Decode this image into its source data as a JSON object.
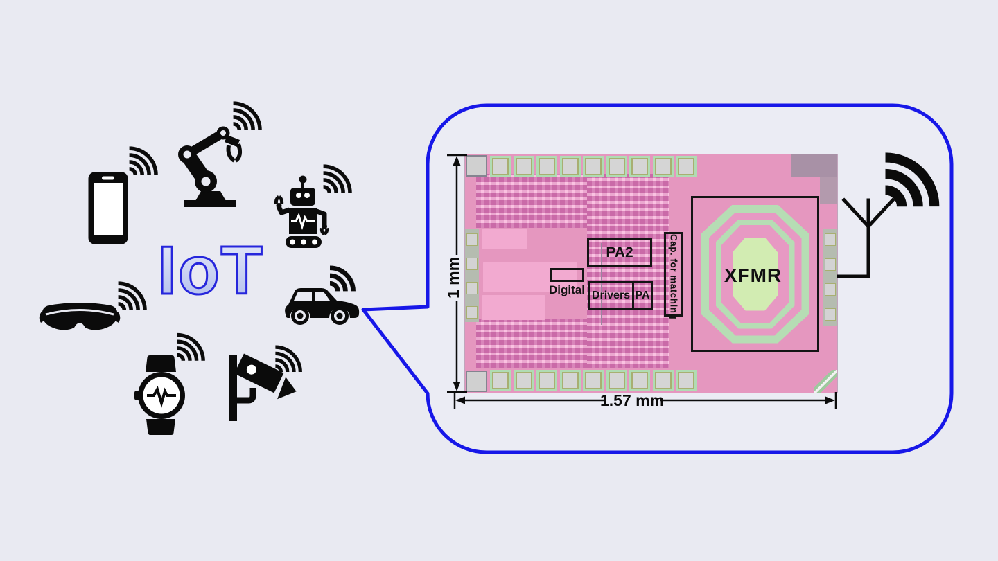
{
  "figure": {
    "description_left": "IoT devices cluster",
    "background_color": "#e9eaf2",
    "accent_blue": "#1717e8",
    "chip_pink": "#e186b5",
    "pad_green": "#a4d7a7",
    "xfmr_green": "#abd8a8"
  },
  "iot": {
    "text": "IoT"
  },
  "devices": [
    {
      "icon": "smartphone-icon",
      "signal": "wifi-signal-icon"
    },
    {
      "icon": "robotic-arm-icon",
      "signal": "wifi-signal-icon"
    },
    {
      "icon": "robot-icon",
      "signal": "wifi-signal-icon"
    },
    {
      "icon": "ar-glasses-icon",
      "signal": "wifi-signal-icon"
    },
    {
      "icon": "smartwatch-icon",
      "signal": "wifi-signal-icon"
    },
    {
      "icon": "security-camera-icon",
      "signal": "wifi-signal-icon"
    },
    {
      "icon": "car-icon",
      "signal": "wifi-signal-icon"
    }
  ],
  "callout": {
    "chip": {
      "labels": {
        "pa2": "PA2",
        "digital": "Digital",
        "drivers": "Drivers",
        "pa": "PA",
        "cap_matching": "Cap. for matching",
        "xfmr": "XFMR"
      },
      "dimensions": {
        "height": "1 mm",
        "width": "1.57 mm"
      }
    },
    "antenna_icon": "antenna-icon",
    "antenna_signal": "wifi-signal-icon"
  }
}
